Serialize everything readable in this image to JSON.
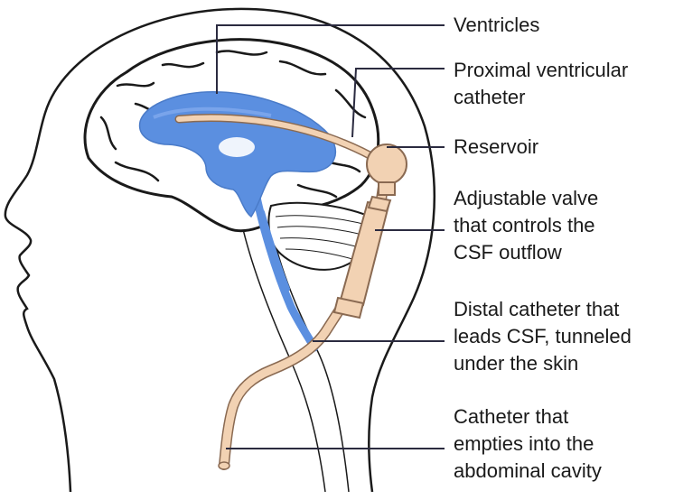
{
  "labels": {
    "ventricles": "Ventricles",
    "proximal_catheter": "Proximal ventricular\ncatheter",
    "reservoir": "Reservoir",
    "valve": "Adjustable valve\nthat controls the\nCSF outflow",
    "distal_catheter": "Distal catheter that\nleads CSF, tunneled\nunder the skin",
    "abdominal_catheter": "Catheter that\nempties into the\nabdominal cavity"
  },
  "colors": {
    "csf": "#5b8fe0",
    "csf_light": "#86adf0",
    "catheter": "#f2d2b3",
    "catheter_outline": "#8a6a52",
    "outline": "#1a1a1a",
    "leader": "#2b2b40"
  }
}
